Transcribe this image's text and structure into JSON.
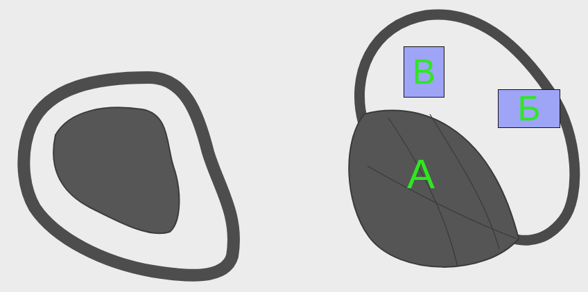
{
  "diagram": {
    "nodes": [
      {
        "text": [
          "В"
        ]
      },
      {
        "text": [
          "Б"
        ]
      }
    ],
    "labels": [
      "А"
    ]
  }
}
